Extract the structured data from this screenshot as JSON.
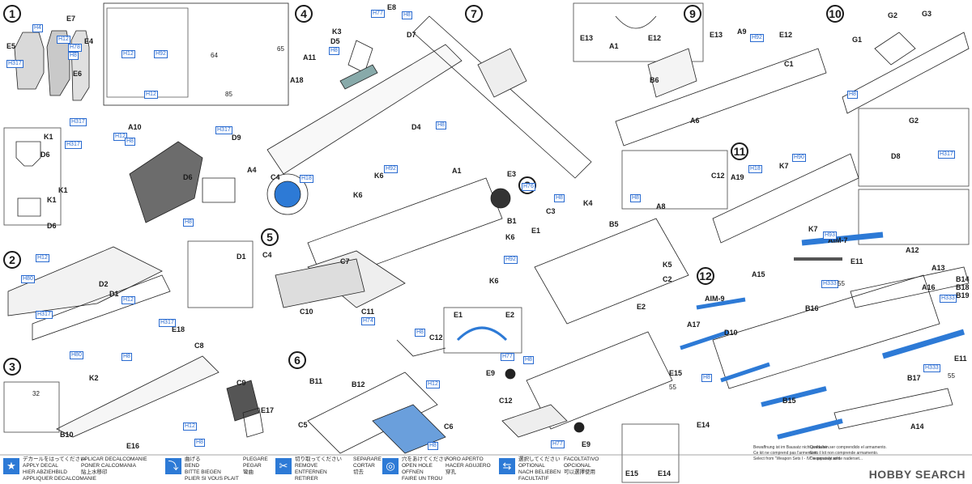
{
  "steps": [
    "1",
    "2",
    "3",
    "4",
    "5",
    "6",
    "7",
    "8",
    "9",
    "10",
    "11",
    "12"
  ],
  "parts": {
    "s1": [
      "E7",
      "E5",
      "E4",
      "E6",
      "A10",
      "D9",
      "K1",
      "D6",
      "K1",
      "D6",
      "K1",
      "A4",
      "D6"
    ],
    "s2": [
      "D2",
      "D1",
      "D1"
    ],
    "s3": [
      "E18",
      "C8",
      "K2",
      "C9",
      "E17",
      "E16",
      "B10"
    ],
    "s4": [
      "E8",
      "K3",
      "D7",
      "D5",
      "A11",
      "A18",
      "D4"
    ],
    "s5": [
      "C4",
      "K6",
      "C4",
      "K6",
      "A1",
      "E3",
      "B1",
      "K6",
      "C7",
      "C10",
      "C11",
      "K6"
    ],
    "s6": [
      "C12",
      "B11",
      "B12",
      "C5",
      "C6"
    ],
    "s8": [
      "C3",
      "K4",
      "E1",
      "B5",
      "K5",
      "C2",
      "E2",
      "E1",
      "E2",
      "E9",
      "C12",
      "E9",
      "E15",
      "E14"
    ],
    "s9": [
      "E13",
      "A9",
      "E12",
      "E13",
      "E12",
      "A1",
      "B6",
      "C1",
      "A6",
      "A8",
      "C12"
    ],
    "s10": [
      "G2",
      "G3",
      "G1",
      "G2",
      "D8"
    ],
    "s11": [
      "A19",
      "K7",
      "K7"
    ],
    "s12": [
      "AIM-7",
      "E11",
      "A12",
      "A15",
      "A13",
      "AIM-9",
      "B16",
      "A16",
      "B14",
      "B18",
      "B19",
      "A17",
      "D10",
      "E11",
      "E15",
      "B17",
      "B15",
      "E14",
      "A14"
    ]
  },
  "paint_codes": [
    "H4",
    "H12",
    "H317",
    "H78",
    "H8",
    "H12",
    "H92",
    "H12",
    "H317",
    "H12",
    "H317",
    "H8",
    "H317",
    "H8",
    "H12",
    "H80",
    "H317",
    "H12",
    "H80",
    "H317",
    "H8",
    "H12",
    "H8",
    "H77",
    "H8",
    "H8",
    "H8",
    "H92",
    "H18",
    "H76",
    "H92",
    "H74",
    "H8",
    "H77",
    "H8",
    "H8",
    "H77",
    "H8",
    "H8",
    "H92",
    "H12",
    "H8",
    "H18",
    "H90",
    "H93",
    "H317",
    "H333",
    "H333",
    "H333",
    "H8"
  ],
  "decal_numbers": [
    "64",
    "65",
    "85",
    "32",
    "55",
    "55",
    "55"
  ],
  "legend": [
    {
      "ja": "デカールをはってください",
      "en": "APPLY DECAL",
      "de": "HIER ABZIEHBILD",
      "fr": "APPLIQUER DECALCOMANIE",
      "es": "APLICAR DECALCOMANIE",
      "it": "PONER CALCOMANIA",
      "zh": "貼上水移印"
    },
    {
      "ja": "曲げる",
      "en": "BEND",
      "de": "BITTE BIEGEN",
      "fr": "PLIER SI VOUS PLAIT",
      "es": "PLEGARE",
      "it": "PEGAR",
      "zh": "彎曲"
    },
    {
      "ja": "切り取ってください",
      "en": "REMOVE",
      "de": "ENTFERNEN",
      "fr": "RETIRER",
      "es": "SEPARARE",
      "it": "CORTAR",
      "zh": "切去"
    },
    {
      "ja": "穴をあけてください",
      "en": "OPEN HOLE",
      "de": "OFFNEN",
      "fr": "FAIRE UN TROU",
      "es": "FORO APERTO",
      "it": "HACER AGUJERO",
      "zh": "穿孔"
    },
    {
      "ja": "選択してください",
      "en": "OPTIONAL",
      "de": "NACH BELIEBEN",
      "fr": "FACULTATIF",
      "es": "FACOLTATIVO",
      "it": "OPCIONAL",
      "zh": "可以選擇使用"
    }
  ],
  "notes": [
    "Bewaffnung ist im Bausatz nicht enthalten.",
    "De separaat arme naderset...",
    "Ce kit ne comprend pas l'armement.",
    "Queda sin ser comprendido el armamento.",
    "Esto il kit non comprende armamento.",
    "Select from \"Weapon Sets I - IV\" separately sold."
  ],
  "watermark": "HOBBY SEARCH",
  "colors": {
    "accent": "#2d7ad6",
    "ink": "#1a1a1a",
    "paint": "#2a6bd0"
  }
}
